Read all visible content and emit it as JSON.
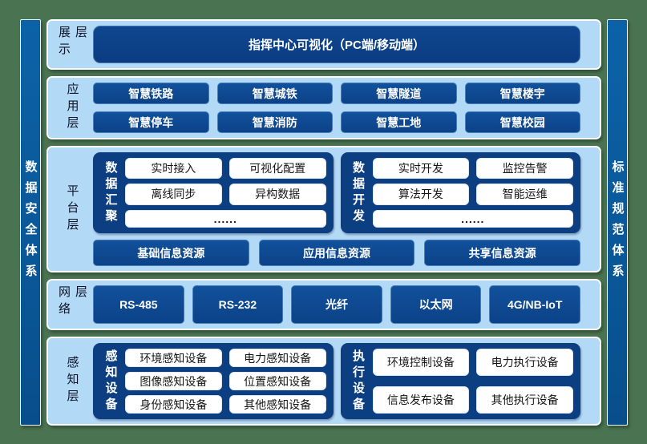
{
  "colors": {
    "background_green": "#4a7351",
    "side_bar_blue": "#0a5899",
    "layer_card_blue": "#b2d9f6",
    "node_navy": "#0d4890",
    "group_box_navy": "#0c3e82",
    "sub_item_white": "#ffffff"
  },
  "side_bars": {
    "left": "数据安全体系",
    "right": "标准规范体系"
  },
  "layers": [
    {
      "label": "展示层",
      "buttons": [
        "指挥中心可视化（PC端/移动端）"
      ]
    },
    {
      "label": "应用层",
      "buttons": [
        "智慧铁路",
        "智慧城铁",
        "智慧隧道",
        "智慧楼宇",
        "智慧停车",
        "智慧消防",
        "智慧工地",
        "智慧校园"
      ]
    },
    {
      "label": "平台层",
      "groups": [
        {
          "label": "数据汇聚",
          "items": [
            "实时接入",
            "可视化配置",
            "离线同步",
            "异构数据",
            "......"
          ]
        },
        {
          "label": "数据开发",
          "items": [
            "实时开发",
            "监控告警",
            "算法开发",
            "智能运维",
            "......"
          ]
        }
      ],
      "resources": [
        "基础信息资源",
        "应用信息资源",
        "共享信息资源"
      ]
    },
    {
      "label": "网络层",
      "buttons": [
        "RS-485",
        "RS-232",
        "光纤",
        "以太网",
        "4G/NB-IoT"
      ]
    },
    {
      "label": "感知层",
      "groups": [
        {
          "label": "感知设备",
          "items": [
            "环境感知设备",
            "电力感知设备",
            "图像感知设备",
            "位置感知设备",
            "身份感知设备",
            "其他感知设备"
          ]
        },
        {
          "label": "执行设备",
          "items": [
            "环境控制设备",
            "电力执行设备",
            "信息发布设备",
            "其他执行设备"
          ]
        }
      ]
    }
  ]
}
